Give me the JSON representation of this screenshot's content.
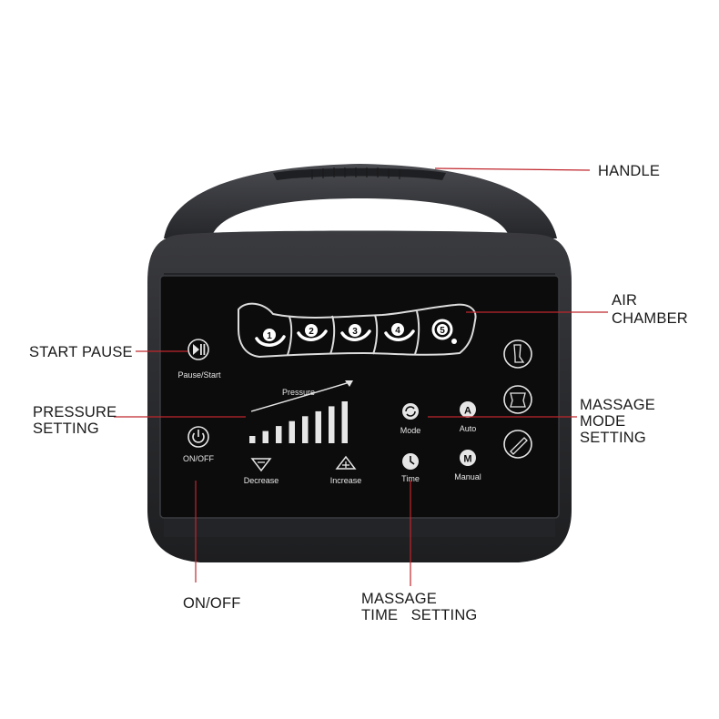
{
  "callouts": {
    "handle": "HANDLE",
    "air_chamber_line1": "AIR",
    "air_chamber_line2": "CHAMBER",
    "start_pause": "START PAUSE",
    "pressure_line1": "PRESSURE",
    "pressure_line2": "SETTING",
    "massage_mode_line1": "MASSAGE",
    "massage_mode_line2": "MODE",
    "massage_mode_line3": "SETTING",
    "on_off": "ON/OFF",
    "massage_time_line1": "MASSAGE",
    "massage_time_line2": "TIME   SETTING"
  },
  "panel": {
    "pause_start_label": "Pause/Start",
    "on_off_label": "ON/OFF",
    "pressure_label": "Pressure",
    "decrease_label": "Decrease",
    "increase_label": "Increase",
    "mode_label": "Mode",
    "auto_label": "Auto",
    "auto_glyph": "A",
    "time_label": "Time",
    "manual_label": "Manual",
    "manual_glyph": "M",
    "chambers": [
      "1",
      "2",
      "3",
      "4",
      "5"
    ],
    "pressure_levels": 8
  },
  "colors": {
    "leader_line": "#c0262c",
    "case_body": "#2b2c2f",
    "panel_face": "#0c0c0d",
    "panel_text": "#e6e6e6"
  },
  "icons": [
    "play-pause-icon",
    "power-icon",
    "decrease-triangle-icon",
    "increase-triangle-icon",
    "mode-cycle-icon",
    "auto-icon",
    "clock-icon",
    "manual-icon",
    "leg-icon",
    "waist-icon",
    "arm-icon"
  ]
}
